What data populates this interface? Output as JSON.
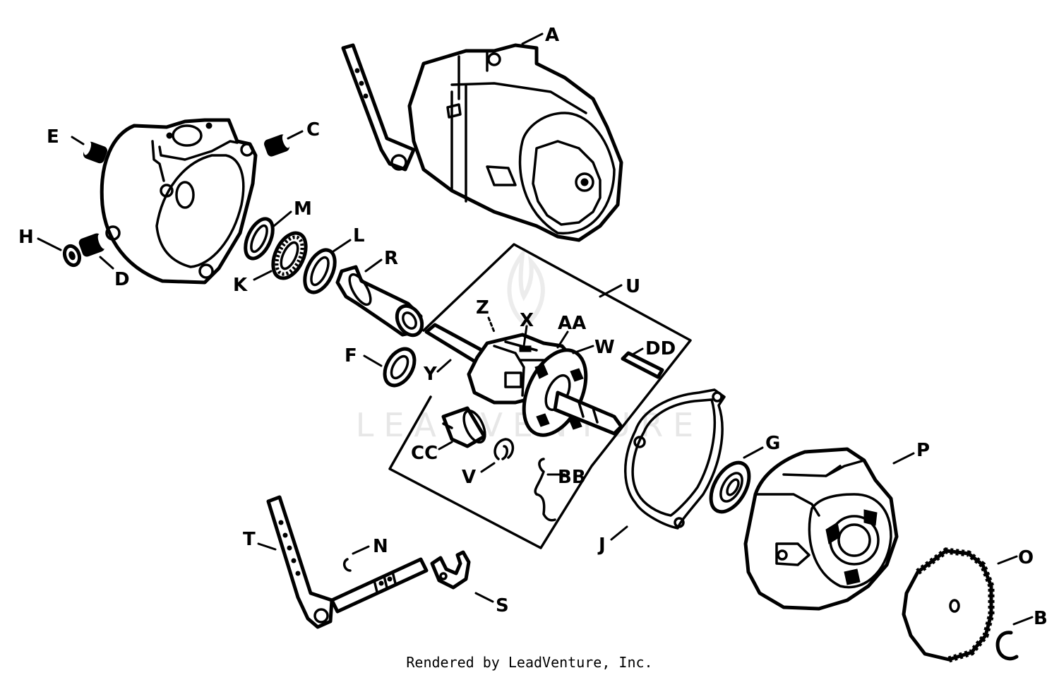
{
  "watermark": {
    "text": "LEADVENTURE"
  },
  "credit": "Rendered by LeadVenture, Inc.",
  "labels": {
    "A": "A",
    "B": "B",
    "C": "C",
    "D": "D",
    "E": "E",
    "F": "F",
    "G": "G",
    "H": "H",
    "J": "J",
    "K": "K",
    "L": "L",
    "M": "M",
    "N": "N",
    "O": "O",
    "P": "P",
    "R": "R",
    "S": "S",
    "T": "T",
    "U": "U",
    "V": "V",
    "W": "W",
    "X": "X",
    "Y": "Y",
    "Z": "Z",
    "AA": "AA",
    "BB": "BB",
    "CC": "CC",
    "DD": "DD"
  }
}
